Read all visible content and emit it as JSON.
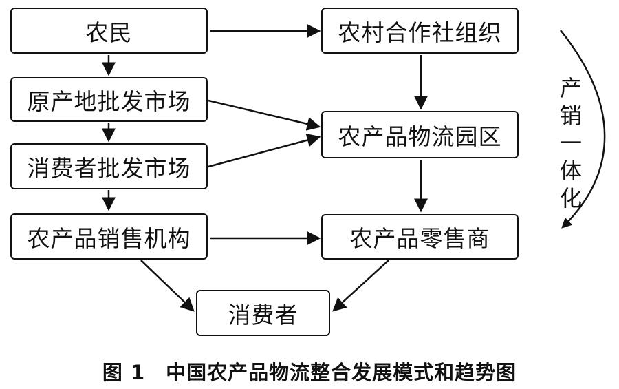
{
  "nodes": {
    "farmer": "农民",
    "origin_wholesale": "原产地批发市场",
    "consumer_wholesale": "消费者批发市场",
    "sales_org": "农产品销售机构",
    "coop": "农村合作社组织",
    "logistics_park": "农产品物流园区",
    "retailer": "农产品零售商",
    "consumer": "消费者"
  },
  "side_label": [
    "产",
    "销",
    "一",
    "体",
    "化"
  ],
  "caption": {
    "number": "图 1",
    "title": "中国农产品物流整合发展模式和趋势图"
  }
}
